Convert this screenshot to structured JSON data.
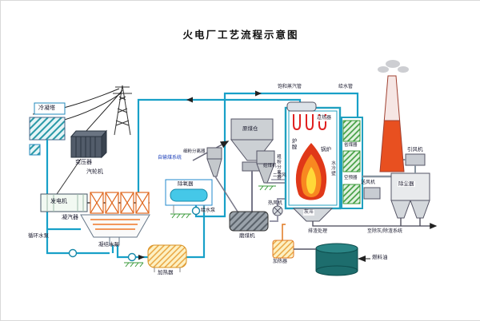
{
  "title": "火电厂工艺流程示意图",
  "labels": {
    "cooling_tower": "冷凝塔",
    "transformer": "变压器",
    "generator": "发电机",
    "turbine": "汽轮机",
    "condenser": "凝汽器",
    "circulating_pump": "循环水泵",
    "condensate_pump": "凝结水泵",
    "lp_heater": "加热器",
    "deaerator": "除氧器",
    "feed_pump": "给水泵",
    "coal_supply": "自输煤系统",
    "raw_coal_bunker": "原煤仓",
    "coal_feeder": "给煤机",
    "fine_separator": "细粉分离器",
    "coarse_separator": "粗粉分离器",
    "coal_mill": "磨煤机",
    "hot_air_fan": "热风机",
    "secondary_air": "二次风",
    "saturated_steam_pipe": "饱和蒸汽管",
    "feed_water_pipe": "给水管",
    "superheater": "过热器",
    "furnace": "炉膛",
    "boiler": "锅炉",
    "water_wall": "水冷壁",
    "economizer": "省煤器",
    "air_preheater": "空预器",
    "ash_hopper": "灰斗",
    "slag_handling": "排渣处理",
    "dust_collector": "除尘器",
    "id_fan": "引风机",
    "fd_fan": "送风机",
    "ash_removal_system": "至除灰/除渣系统",
    "fuel_oil": "燃料油",
    "oil_heater": "加热器"
  },
  "colors": {
    "pipe_water": "#18a0c8",
    "flame_outer": "#e03818",
    "flame_mid": "#f88820",
    "flame_core": "#ffd838",
    "chimney_lower": "#e85020",
    "fuel_tank": "#1d6d6d",
    "turbine_accent": "#e06820"
  }
}
